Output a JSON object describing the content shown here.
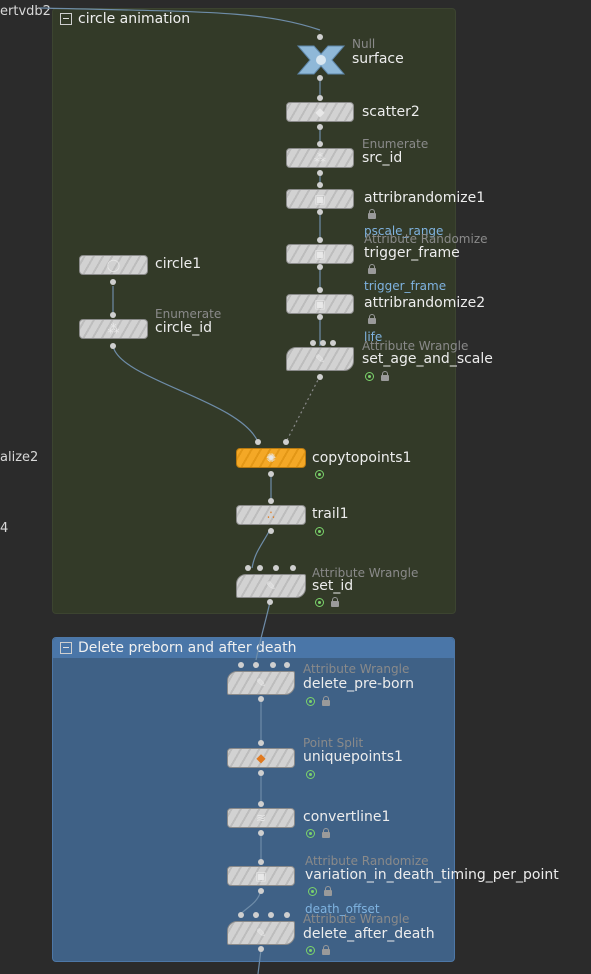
{
  "offscreen": {
    "top_left": "ertvdb2",
    "mid_left": "alize2",
    "lower_left": "4"
  },
  "boxes": {
    "circle_animation": {
      "title": "circle animation",
      "color": "#333a28"
    },
    "delete_box": {
      "title": "Delete preborn and after death",
      "color": "#3f6186"
    }
  },
  "nodes": {
    "surface": {
      "type": "Null",
      "name": "surface"
    },
    "scatter2": {
      "type": "",
      "name": "scatter2"
    },
    "src_id": {
      "type": "Enumerate",
      "name": "src_id"
    },
    "attribrandomize1": {
      "type": "",
      "name": "attribrandomize1",
      "attr": "pscale_range"
    },
    "trigger_frame": {
      "type": "Attribute Randomize",
      "name": "trigger_frame",
      "attr": "trigger_frame"
    },
    "attribrandomize2": {
      "type": "",
      "name": "attribrandomize2",
      "attr": "life"
    },
    "set_age_and_scale": {
      "type": "Attribute Wrangle",
      "name": "set_age_and_scale"
    },
    "circle1": {
      "type": "",
      "name": "circle1"
    },
    "circle_id": {
      "type": "Enumerate",
      "name": "circle_id"
    },
    "copytopoints1": {
      "type": "",
      "name": "copytopoints1"
    },
    "trail1": {
      "type": "",
      "name": "trail1"
    },
    "set_id": {
      "type": "Attribute Wrangle",
      "name": "set_id"
    },
    "delete_pre_born": {
      "type": "Attribute Wrangle",
      "name": "delete_pre-born"
    },
    "uniquepoints1": {
      "type": "Point Split",
      "name": "uniquepoints1"
    },
    "convertline1": {
      "type": "",
      "name": "convertline1"
    },
    "variation": {
      "type": "Attribute Randomize",
      "name": "variation_in_death_timing_per_point",
      "attr": "death_offset"
    },
    "delete_after_death": {
      "type": "Attribute Wrangle",
      "name": "delete_after_death"
    }
  },
  "colors": {
    "accent": "#f4a826",
    "flag": "#7bd36b",
    "attr_label": "#7fb3e0"
  }
}
